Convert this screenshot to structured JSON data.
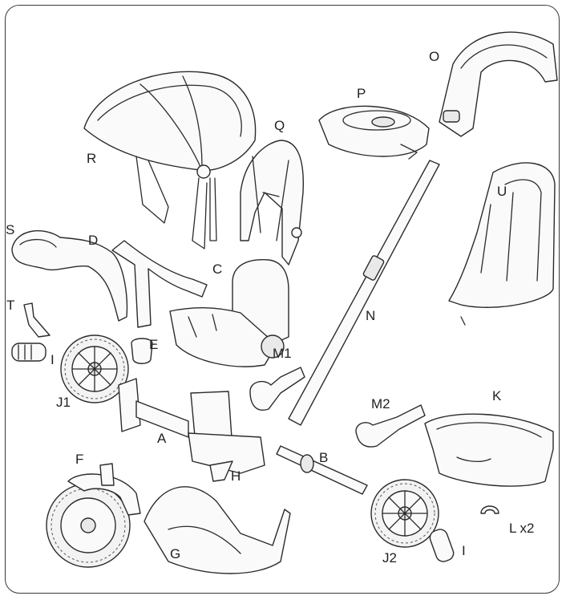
{
  "diagram": {
    "parts": [
      {
        "id": "R",
        "label": "R"
      },
      {
        "id": "Q",
        "label": "Q"
      },
      {
        "id": "P",
        "label": "P"
      },
      {
        "id": "O",
        "label": "O"
      },
      {
        "id": "U",
        "label": "U"
      },
      {
        "id": "S",
        "label": "S"
      },
      {
        "id": "D",
        "label": "D"
      },
      {
        "id": "C",
        "label": "C"
      },
      {
        "id": "T",
        "label": "T"
      },
      {
        "id": "N",
        "label": "N"
      },
      {
        "id": "E",
        "label": "E"
      },
      {
        "id": "I1",
        "label": "I"
      },
      {
        "id": "M1",
        "label": "M1"
      },
      {
        "id": "J1",
        "label": "J1"
      },
      {
        "id": "M2",
        "label": "M2"
      },
      {
        "id": "K",
        "label": "K"
      },
      {
        "id": "A",
        "label": "A"
      },
      {
        "id": "F",
        "label": "F"
      },
      {
        "id": "B",
        "label": "B"
      },
      {
        "id": "H",
        "label": "H"
      },
      {
        "id": "G",
        "label": "G"
      },
      {
        "id": "J2",
        "label": "J2"
      },
      {
        "id": "I2",
        "label": "I"
      },
      {
        "id": "L",
        "label": "L x2"
      }
    ]
  }
}
